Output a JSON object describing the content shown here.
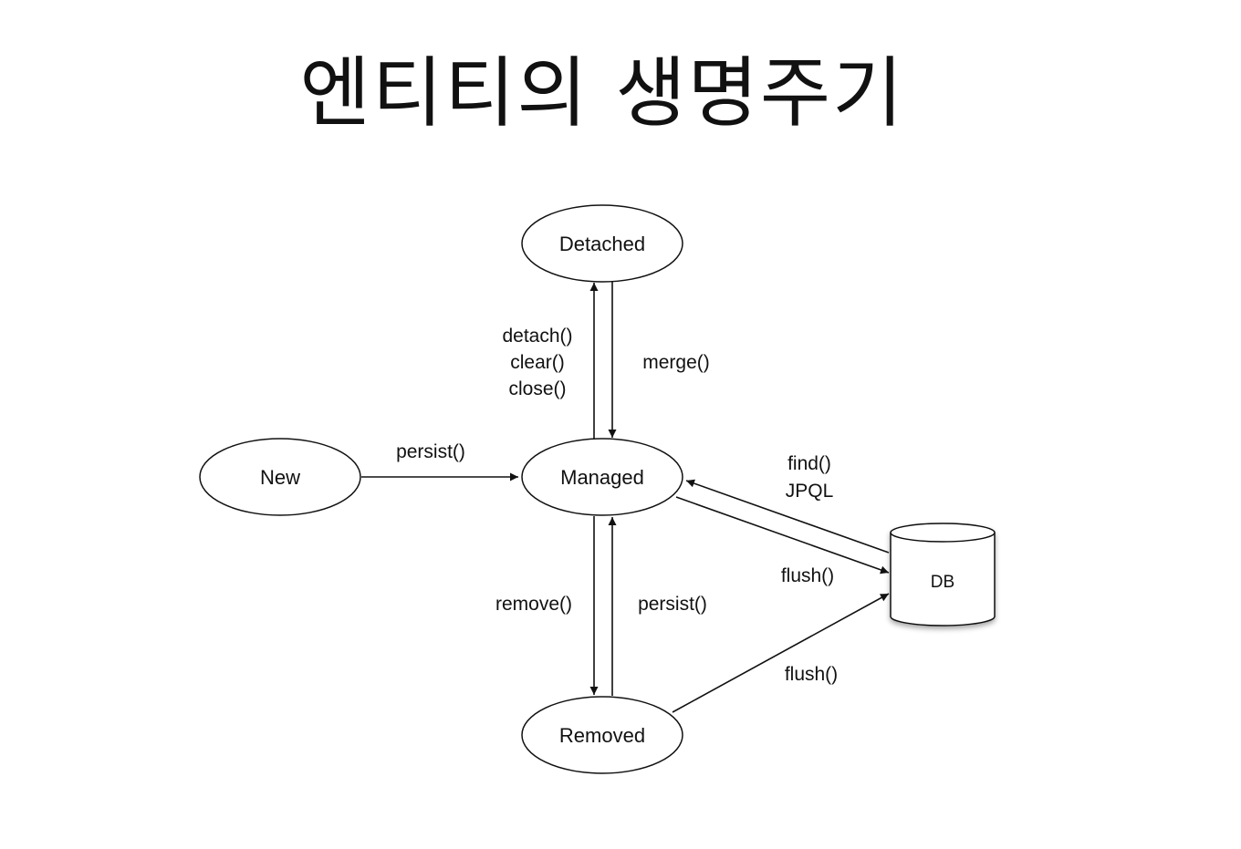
{
  "title": "엔티티의 생명주기",
  "nodes": {
    "detached": "Detached",
    "new": "New",
    "managed": "Managed",
    "removed": "Removed",
    "db": "DB"
  },
  "edges": {
    "detach": [
      "detach()",
      "clear()",
      "close()"
    ],
    "merge": "merge()",
    "persist_new": "persist()",
    "find": [
      "find()",
      "JPQL"
    ],
    "flush_managed": "flush()",
    "remove": "remove()",
    "persist_removed": "persist()",
    "flush_removed": "flush()"
  },
  "colors": {
    "stroke": "#111111",
    "background": "#ffffff"
  }
}
